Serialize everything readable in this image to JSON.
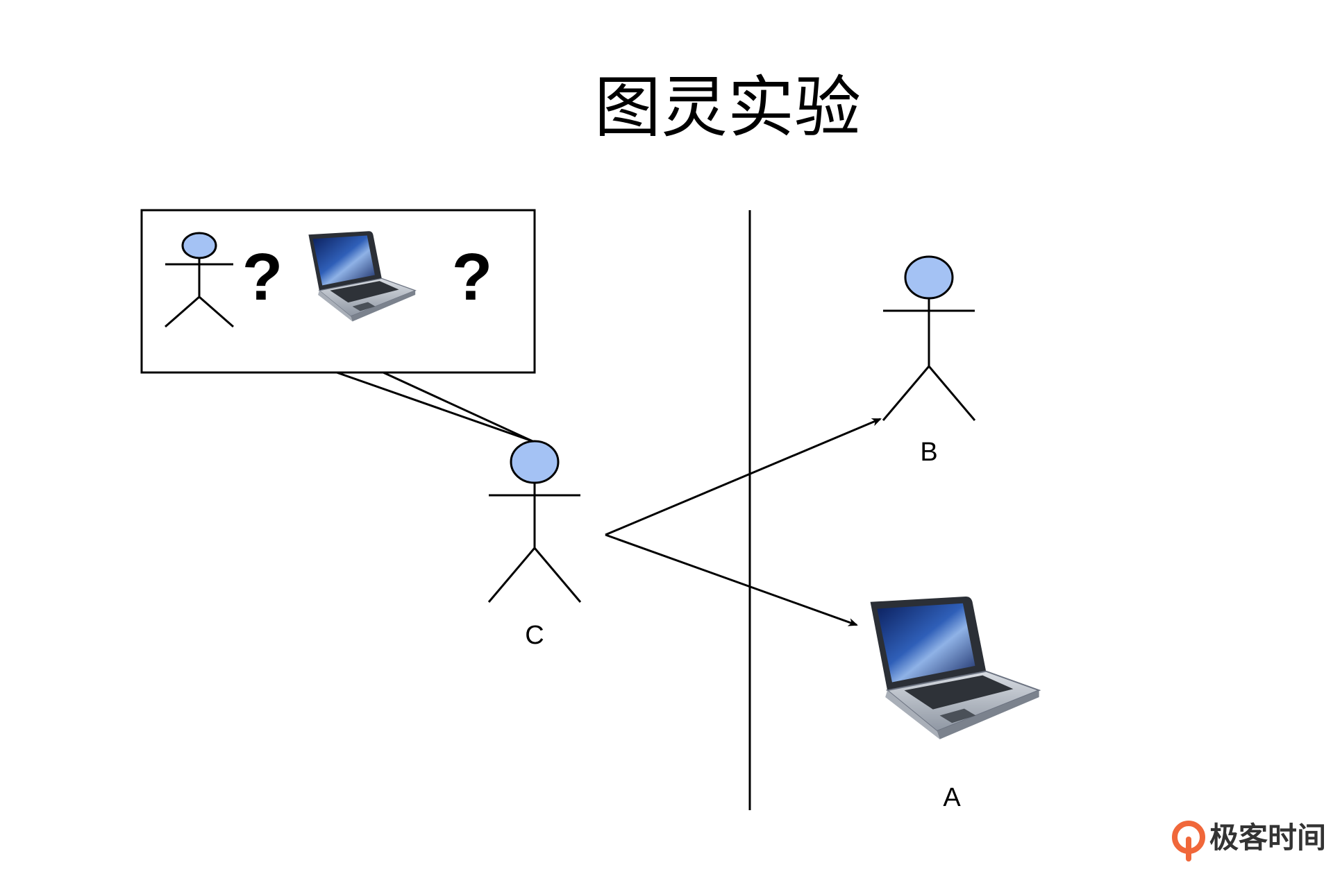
{
  "title": "图灵实验",
  "labels": {
    "c": "C",
    "b": "B",
    "a": "A"
  },
  "bubble": {
    "question_1": "?",
    "question_2": "?"
  },
  "brand": {
    "text": "极客时间",
    "color": "#f0673a"
  },
  "colors": {
    "head_fill": "#a4c2f4",
    "stroke": "#000000"
  },
  "icons": [
    "person-icon",
    "laptop-icon",
    "logo-icon"
  ]
}
